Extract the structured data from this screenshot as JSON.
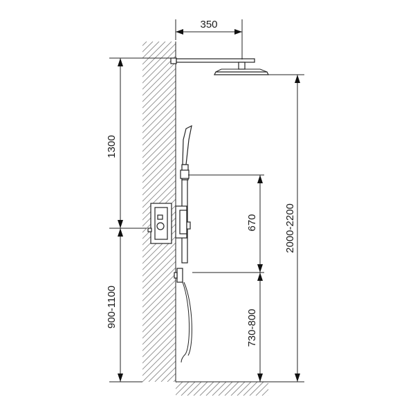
{
  "dimensions": {
    "arm_length": "350",
    "outlet_height": "1300",
    "valve_height": "900-1100",
    "slide_bar_spacing": "670",
    "holder_height": "730-800",
    "overall_height": "2000-2200"
  },
  "colors": {
    "line": "#222222",
    "hatch": "#8a8a8a",
    "background": "#ffffff"
  }
}
